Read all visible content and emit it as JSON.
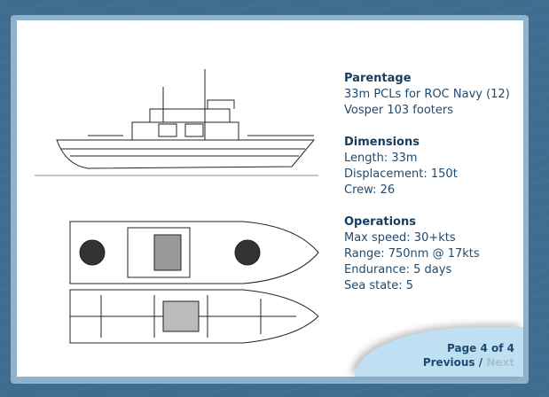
{
  "sections": [
    {
      "title": "Parentage",
      "lines": [
        "33m PCLs for ROC Navy (12)",
        "Vosper 103 footers"
      ]
    },
    {
      "title": "Dimensions",
      "lines": [
        "Length: 33m",
        "Displacement: 150t",
        "Crew: 26"
      ]
    },
    {
      "title": "Operations",
      "lines": [
        "Max speed: 30+kts",
        "Range: 750nm @ 17kts",
        "Endurance: 5 days",
        "Sea state: 5"
      ]
    }
  ],
  "pagination": {
    "page": "Page 4 of 4",
    "previous": "Previous",
    "separator": "/",
    "next": "Next"
  }
}
